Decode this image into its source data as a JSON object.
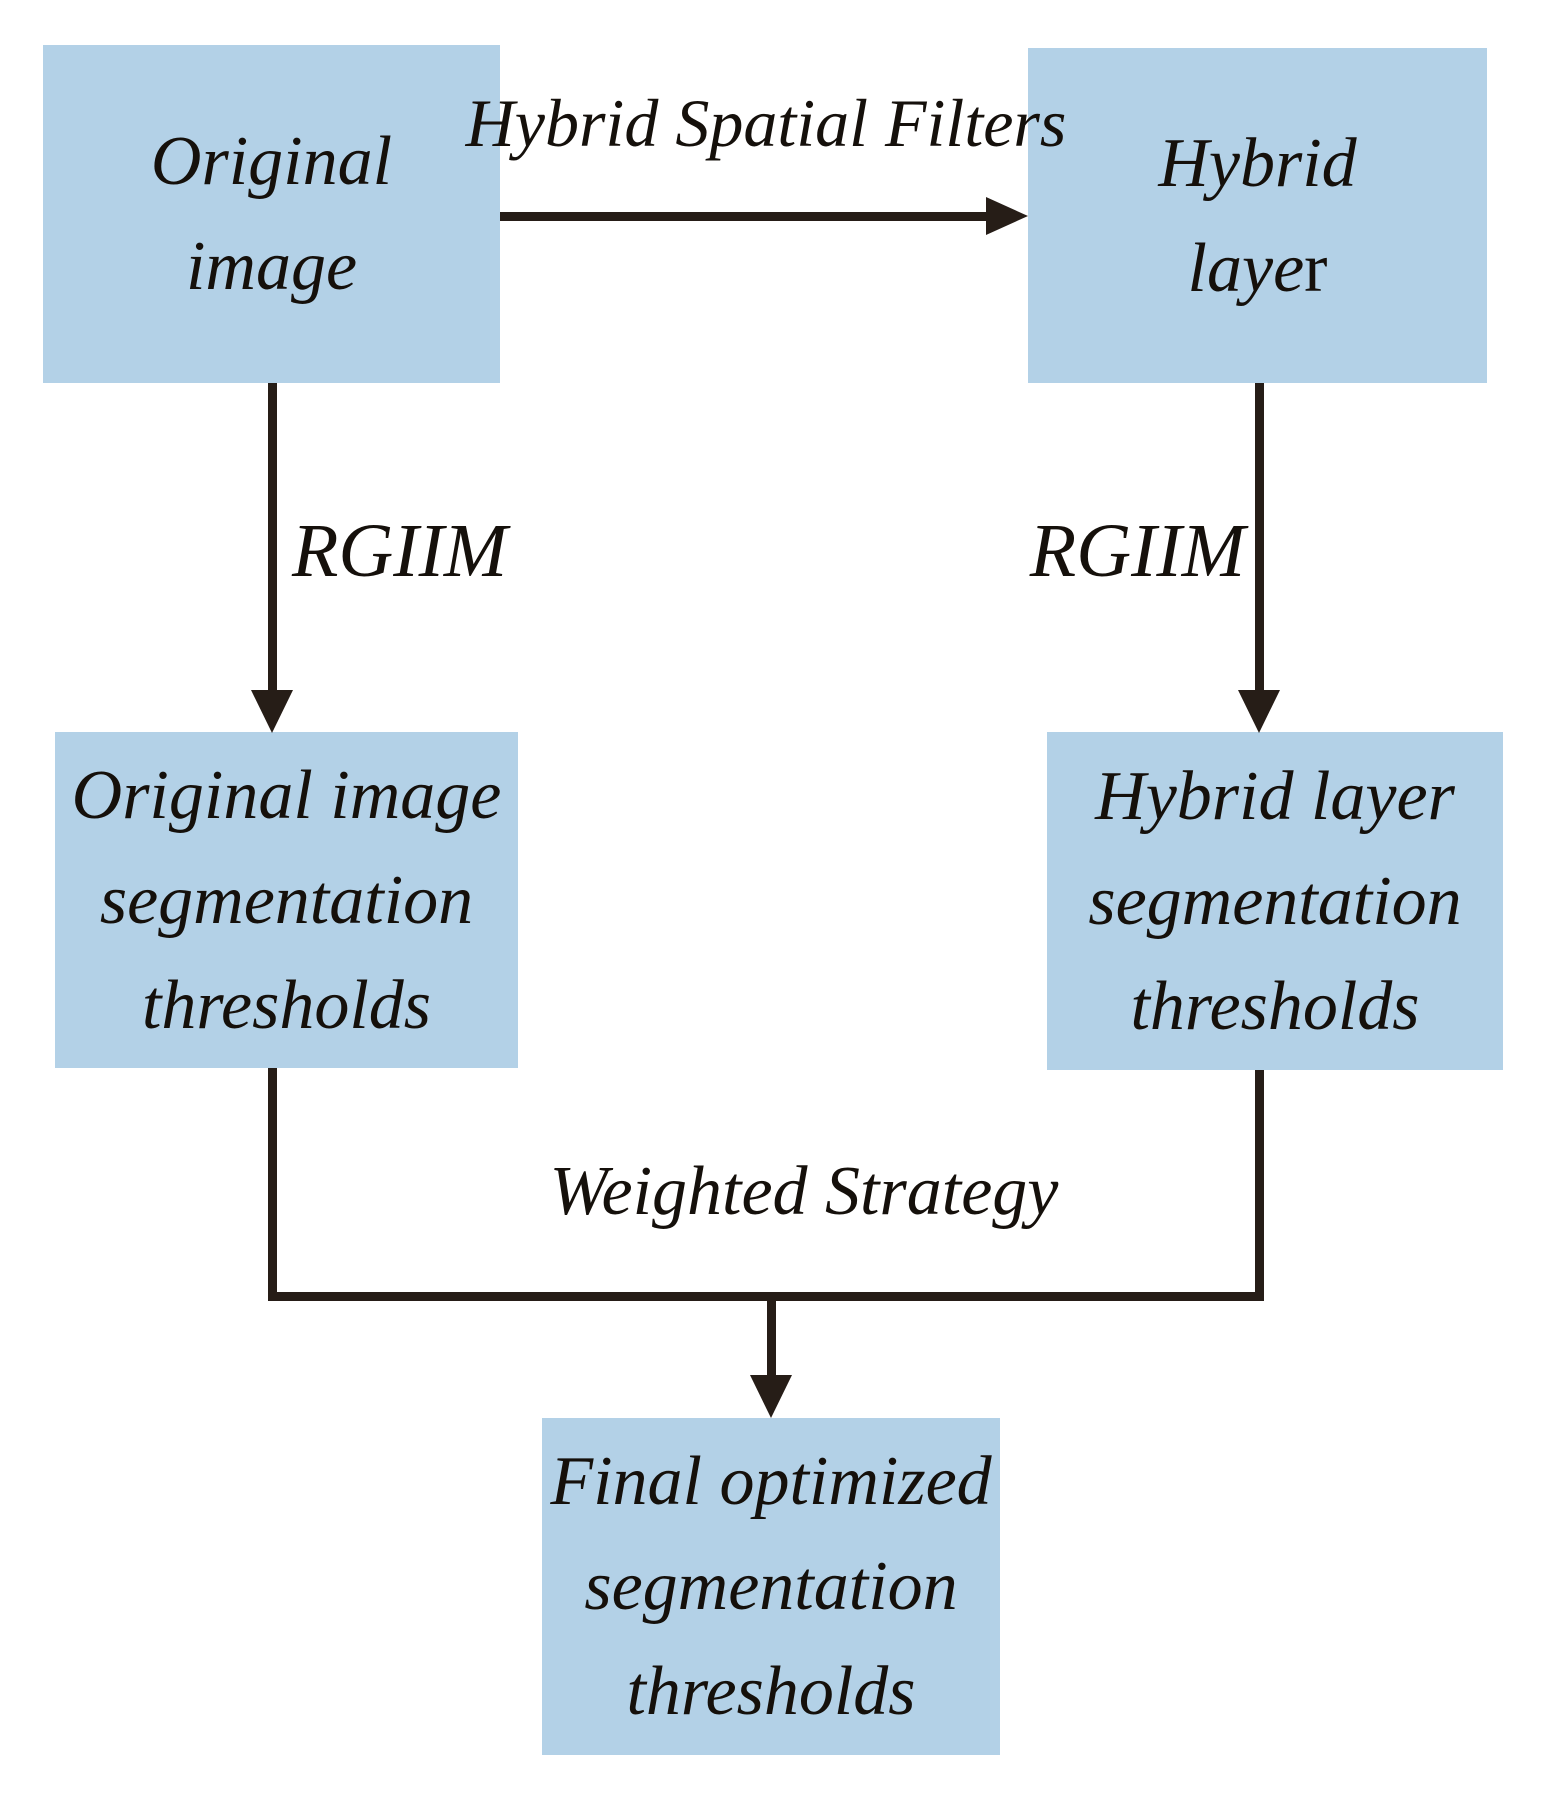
{
  "diagram": {
    "colors": {
      "box_fill": "#b3d1e7",
      "ink": "#261d17",
      "text": "#15100b",
      "background": "#ffffff"
    },
    "nodes": {
      "original_image": {
        "line1": "Original",
        "line2": "image"
      },
      "hybrid_layer": {
        "line1": "Hybrid",
        "line2_italic": "laye",
        "line2_roman": "r"
      },
      "original_thresholds": {
        "line1": "Original image",
        "line2": "segmentation",
        "line3": "thresholds"
      },
      "hybrid_thresholds": {
        "line1": "Hybrid layer",
        "line2": "segmentation",
        "line3": "thresholds"
      },
      "final_thresholds": {
        "line1": "Final optimized",
        "line2": "segmentation",
        "line3": "thresholds"
      }
    },
    "edge_labels": {
      "hybrid_spatial_filters": "Hybrid Spatial Filters",
      "rgiim_left": "RGIIM",
      "rgiim_right": "RGIIM",
      "weighted_strategy": "Weighted Strategy"
    }
  }
}
